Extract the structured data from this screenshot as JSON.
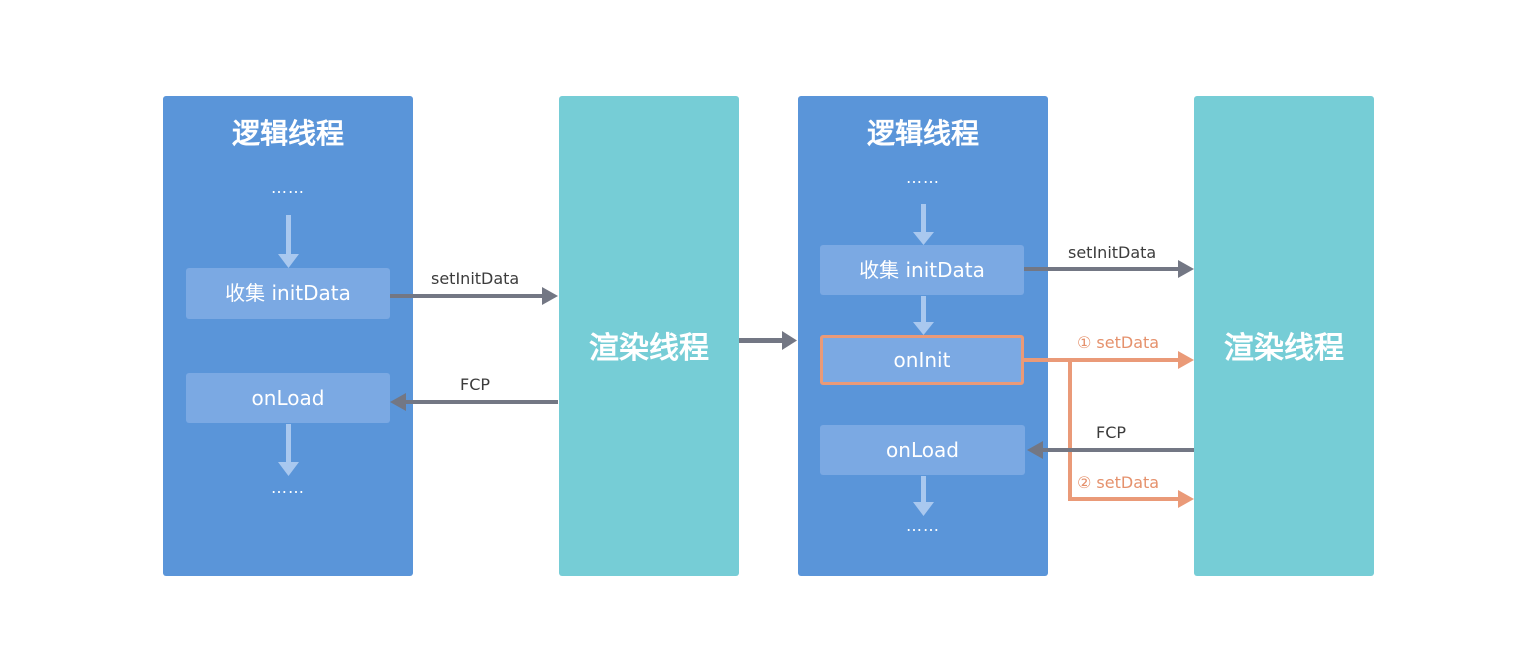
{
  "diagram": {
    "before": {
      "logic_title": "逻辑线程",
      "ellipsis_top": "……",
      "collect_box": "收集 initData",
      "onload_box": "onLoad",
      "ellipsis_bottom": "……",
      "render_title": "渲染线程",
      "arrow_setinitdata": "setInitData",
      "arrow_fcp": "FCP"
    },
    "after": {
      "logic_title": "逻辑线程",
      "ellipsis_top": "……",
      "collect_box": "收集 initData",
      "oninit_box": "onInit",
      "onload_box": "onLoad",
      "ellipsis_bottom": "……",
      "render_title": "渲染线程",
      "arrow_setinitdata": "setInitData",
      "arrow_setdata_1": "① setData",
      "arrow_fcp": "FCP",
      "arrow_setdata_2": "② setData"
    },
    "colors": {
      "logic_panel": "#5a95d9",
      "render_panel": "#76cdd6",
      "inner_box": "#7ba9e3",
      "flow_arrow": "#a9c8ef",
      "gray_arrow": "#737784",
      "orange_arrow": "#ea9a78"
    }
  }
}
